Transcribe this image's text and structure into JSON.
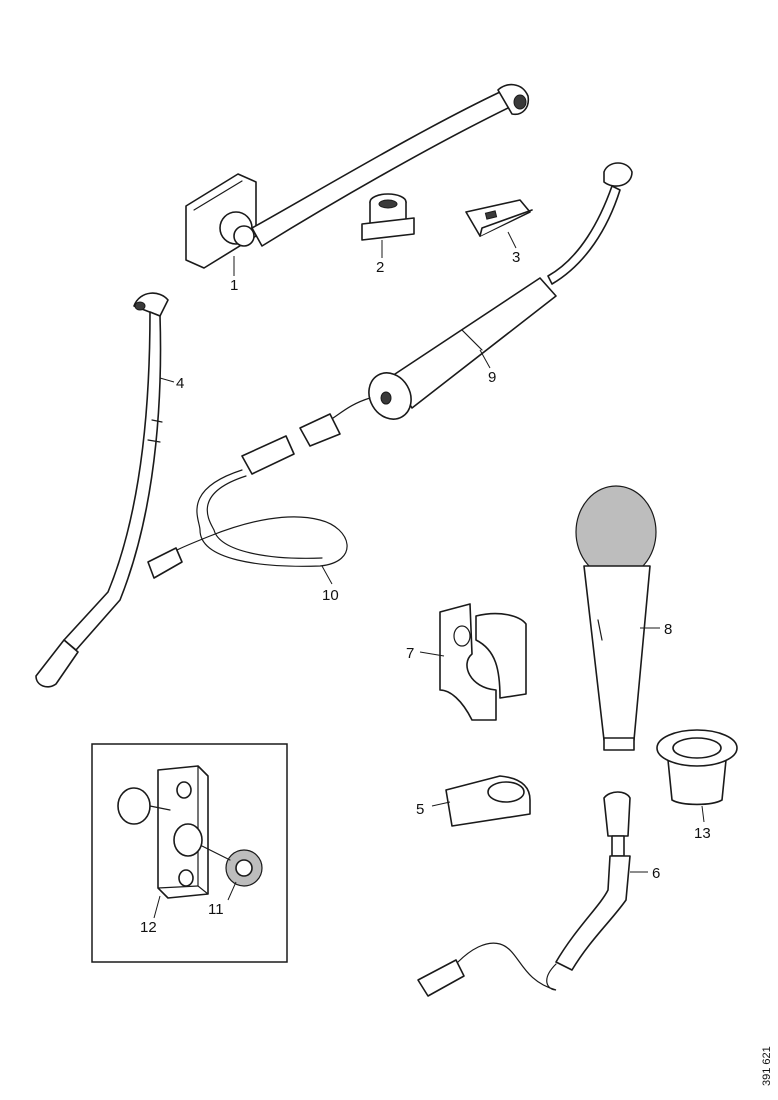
{
  "parts": [
    {
      "id": "p1",
      "label": "1",
      "name": "desk-mount-gooseneck"
    },
    {
      "id": "p2",
      "label": "2",
      "name": "connector-socket"
    },
    {
      "id": "p3",
      "label": "3",
      "name": "clip"
    },
    {
      "id": "p4",
      "label": "4",
      "name": "gooseneck-microphone"
    },
    {
      "id": "p5",
      "label": "5",
      "name": "holder-base"
    },
    {
      "id": "p6",
      "label": "6",
      "name": "gooseneck-cable"
    },
    {
      "id": "p7",
      "label": "7",
      "name": "clamp-holder"
    },
    {
      "id": "p8",
      "label": "8",
      "name": "handheld-microphone"
    },
    {
      "id": "p9",
      "label": "9",
      "name": "microphone-handle"
    },
    {
      "id": "p10",
      "label": "10",
      "name": "cable-assembly"
    },
    {
      "id": "p11",
      "label": "11",
      "name": "connector-nut"
    },
    {
      "id": "p12",
      "label": "12",
      "name": "mounting-plate"
    },
    {
      "id": "p13",
      "label": "13",
      "name": "cap"
    }
  ],
  "reference": "391 621"
}
